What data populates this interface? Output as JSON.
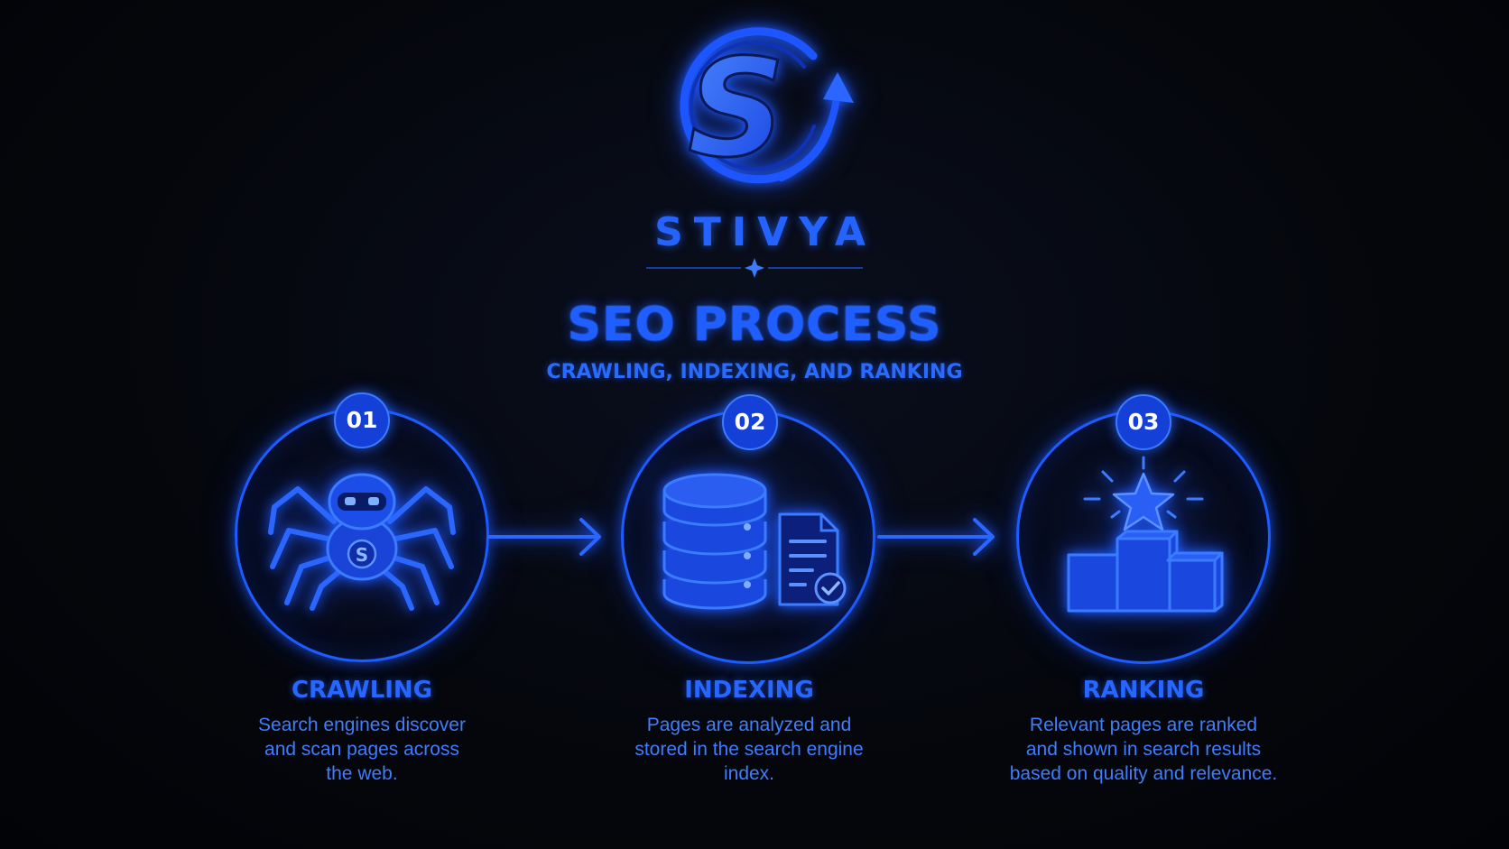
{
  "brand": {
    "logo_letter": "S",
    "name": "STIVYA",
    "accent_color": "#1f5eff"
  },
  "header": {
    "title": "SEO PROCESS",
    "subtitle": "CRAWLING, INDEXING, AND RANKING"
  },
  "steps": [
    {
      "number": "01",
      "label": "CRAWLING",
      "icon": "spider-robot-icon",
      "description": "Search engines discover\nand scan pages across\nthe web."
    },
    {
      "number": "02",
      "label": "INDEXING",
      "icon": "database-document-icon",
      "description": "Pages are analyzed and\nstored in the search engine\nindex."
    },
    {
      "number": "03",
      "label": "RANKING",
      "icon": "star-podium-icon",
      "description": "Relevant pages are ranked\nand shown in search results\nbased on quality and relevance."
    }
  ]
}
